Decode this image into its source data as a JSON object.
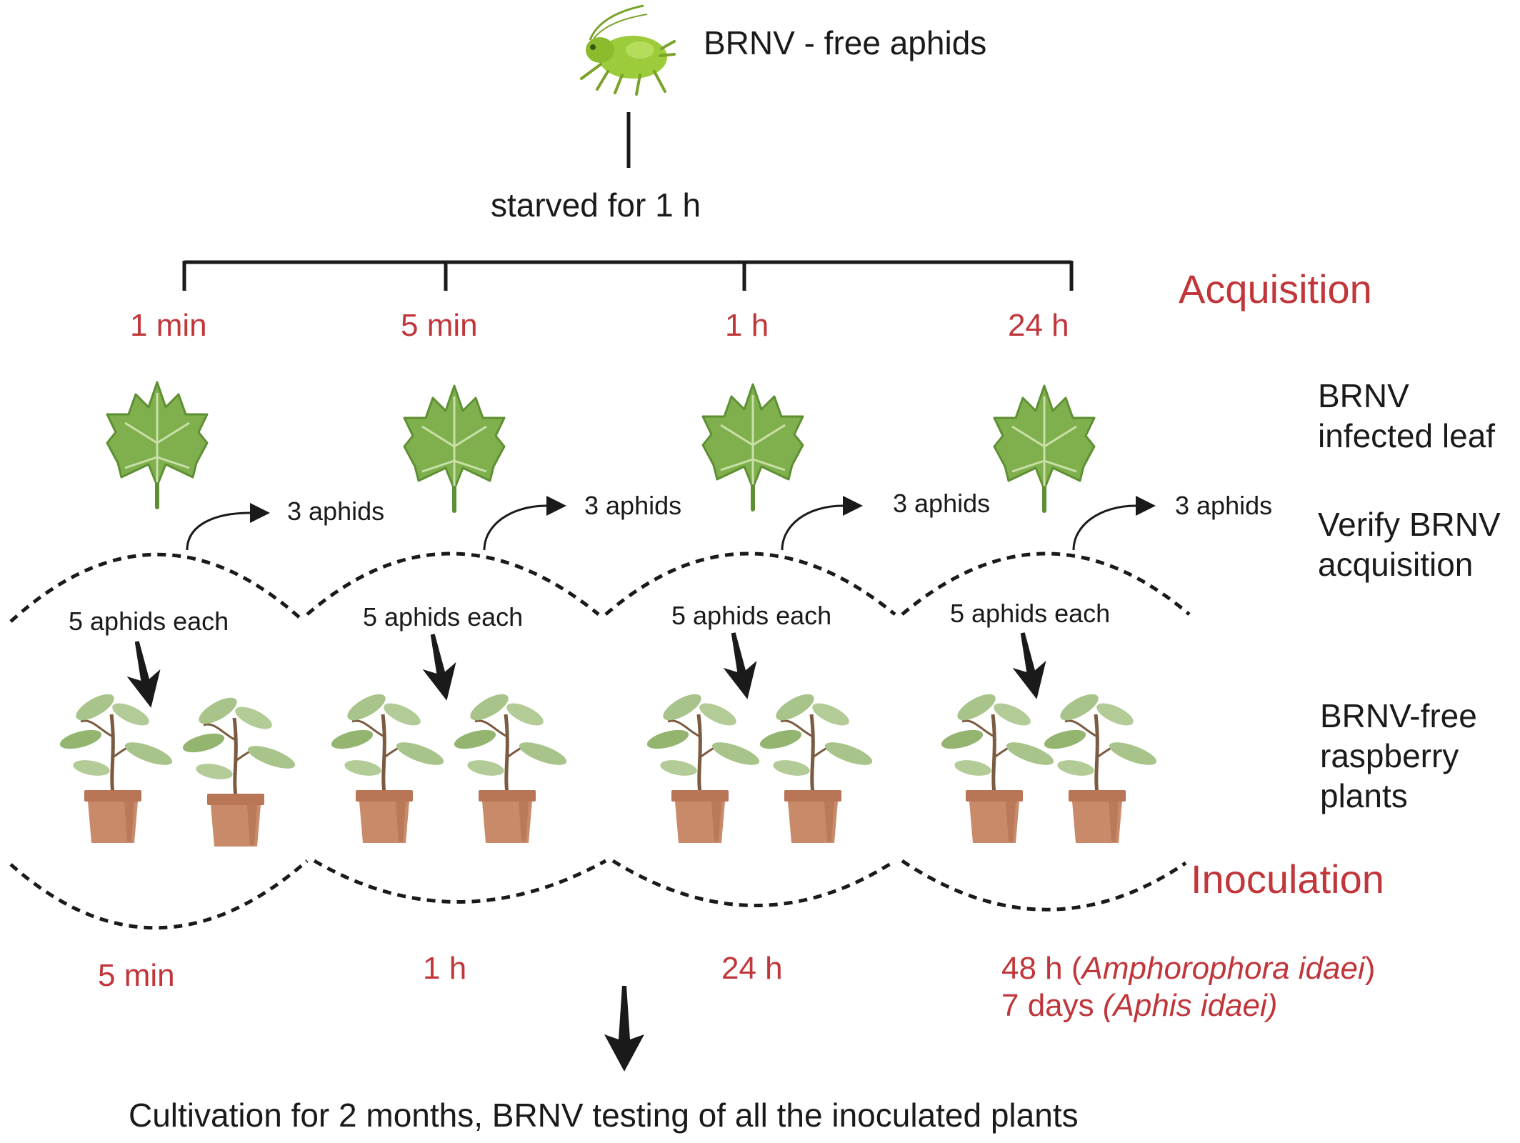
{
  "source": {
    "label": "BRNV - free aphids",
    "starved_label": "starved for 1 h"
  },
  "acquisition": {
    "title": "Acquisition",
    "times": [
      "1 min",
      "5 min",
      "1 h",
      "24 h"
    ]
  },
  "side_labels": {
    "infected_leaf": [
      "BRNV",
      "infected leaf"
    ],
    "verify": [
      "Verify BRNV",
      "acquisition"
    ],
    "plants": [
      "BRNV-free",
      "raspberry",
      "plants"
    ]
  },
  "verify_aphids": [
    "3 aphids",
    "3 aphids",
    "3 aphids",
    "3 aphids"
  ],
  "transfer_aphids": [
    "5 aphids each",
    "5 aphids each",
    "5 aphids each",
    "5 aphids each"
  ],
  "inoculation": {
    "title": "Inoculation",
    "times": [
      "5 min",
      "1 h",
      "24 h"
    ],
    "last_time": {
      "line1_prefix": "48 h (",
      "line1_species": "Amphorophora idaei",
      "line1_suffix": ")",
      "line2_prefix": "7 days ",
      "line2_species": "(Aphis idaei)"
    }
  },
  "footer": "Cultivation for 2 months, BRNV testing of all the inoculated plants",
  "colors": {
    "accent_red": "#c0363a",
    "text": "#1a1a1a",
    "leaf_green": "#7fb04d",
    "pot": "#c98a6a",
    "aphid_green": "#9ccc3c"
  },
  "icons": [
    "aphid-icon",
    "leaf-icon",
    "potted-plant-icon",
    "arrow-icon"
  ]
}
